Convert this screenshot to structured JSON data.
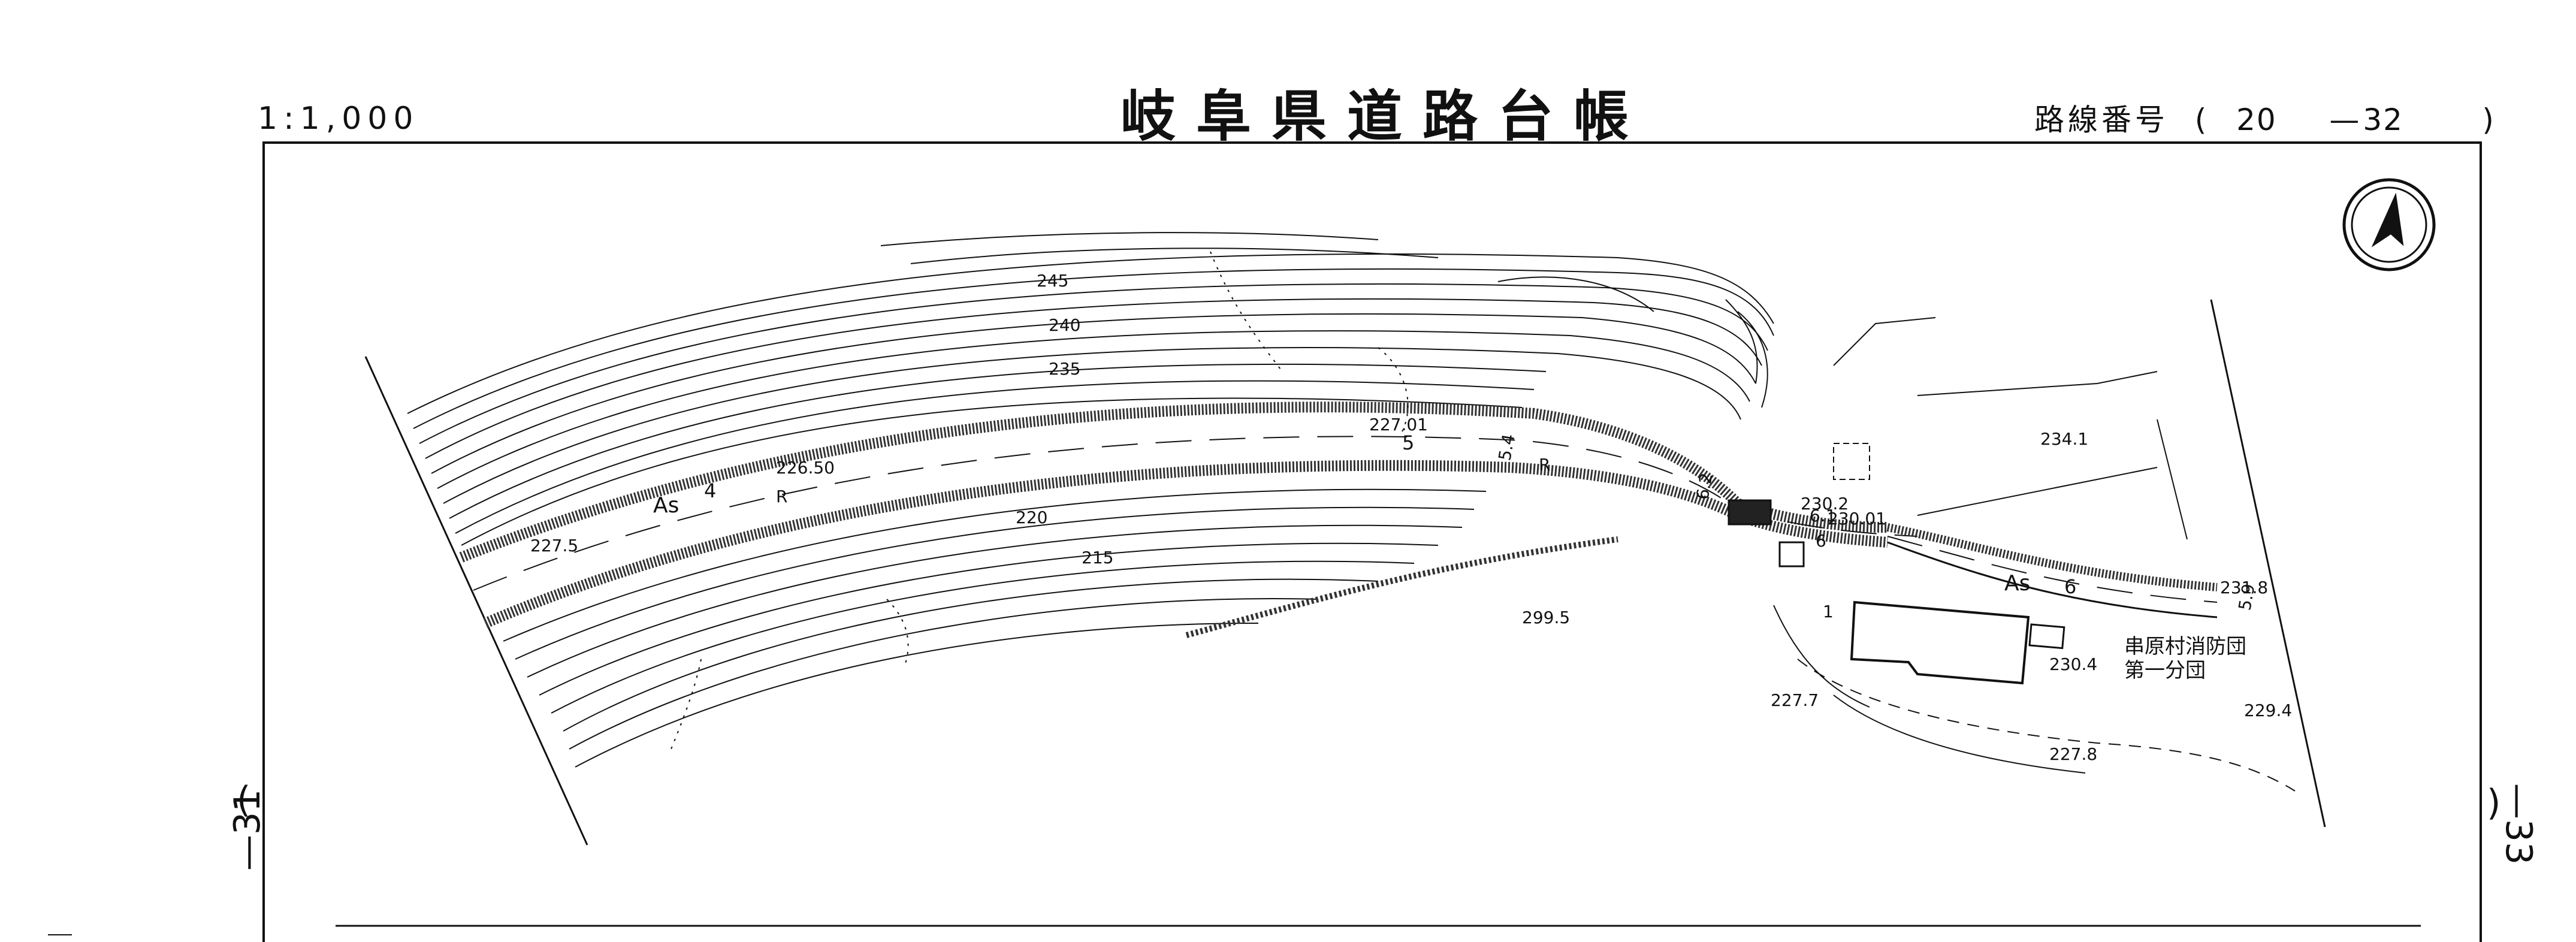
{
  "header": {
    "scale": "1:1,000",
    "title": "岐阜県道路台帳",
    "route_label": "路線番号",
    "route_open": "(",
    "route_num_a": "20",
    "route_dash": "—",
    "route_num_b": "32",
    "route_close": ")"
  },
  "sheets": {
    "left": "—31",
    "right": "—33",
    "left_paren": "(",
    "right_paren": ")"
  },
  "map": {
    "contours": [
      "245",
      "240",
      "235",
      "220",
      "215"
    ],
    "elevations": [
      "227.01",
      "226.50",
      "227.5",
      "299.5",
      "230.2",
      "230.01",
      "234.1",
      "231.8",
      "230.4",
      "229.4",
      "227.7",
      "227.8"
    ],
    "road_surface": [
      "As",
      "As"
    ],
    "stations": [
      "4",
      "5",
      "6"
    ],
    "road_marks": [
      "R",
      "R"
    ],
    "widths": [
      "5.4",
      "6.2",
      "6.1",
      "6",
      "5.9",
      "1"
    ],
    "facility_name": [
      "串原村消防団",
      "第一分団"
    ],
    "north_arrow": "north-arrow-icon"
  }
}
